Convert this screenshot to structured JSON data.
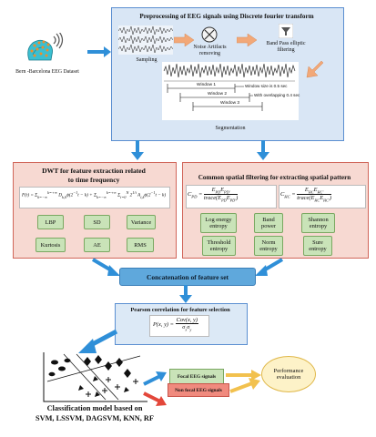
{
  "dataset": {
    "label": "Bern -Barcelona EEG Dataset"
  },
  "preprocessing": {
    "title": "Preprocessing of EEG signals using Discrete fourier transform",
    "sampling_label": "Sampling",
    "noise_label": "Noise Artifacts removing",
    "filter_label": "Band Pass elliptic filtering",
    "segmentation_label": "Segmentation",
    "window1": "Window 1",
    "window2": "Window 2",
    "window3": "Window 3",
    "window_size_note": "Window size is 0.5 sec",
    "overlap_note": "With overlapping 0.4 sec"
  },
  "dwt": {
    "title_line1": "DWT for feature extraction related",
    "title_line2": "to time frequency",
    "features": [
      "LBP",
      "SD",
      "Variance",
      "Kurtosis",
      "AE",
      "RMS"
    ]
  },
  "csp": {
    "title": "Common spatial filtering for extracting spatial pattern",
    "features": [
      [
        "Log energy",
        "entropy"
      ],
      [
        "Band",
        "power"
      ],
      [
        "Shannon",
        "entropy"
      ],
      [
        "Threshold",
        "entropy"
      ],
      [
        "Norm",
        "entropy"
      ],
      [
        "Sure",
        "entropy"
      ]
    ]
  },
  "concatenation": {
    "label": "Concatenation of feature set"
  },
  "pearson": {
    "title": "Pearson correlation for feature selection"
  },
  "classification": {
    "caption_line1": "Classification model based on",
    "caption_line2": "SVM, LSSVM, DAGSVM, KNN, RF"
  },
  "outputs": {
    "focal": "Focal EEG signals",
    "nonfocal": "Non focal EEG signals",
    "performance": "Performance evaluation"
  },
  "colors": {
    "blue_panel": "#d9e6f5",
    "pink_panel": "#f7d9d2",
    "green_item": "#c9e3b8",
    "arrow_blue": "#2f8fd8",
    "arrow_orange": "#f2a878",
    "nonfocal_red": "#f08a7e",
    "perf_yellow": "#fdf2c8"
  }
}
